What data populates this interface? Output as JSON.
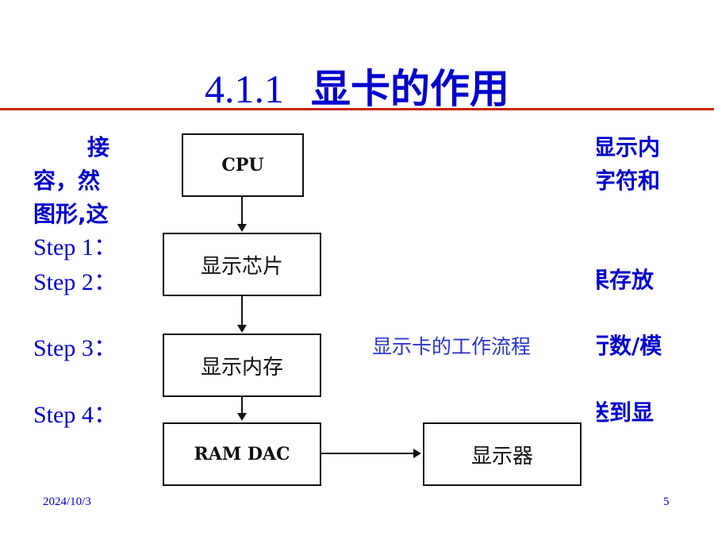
{
  "slide": {
    "title_number": "4.1.1",
    "title_text": "显卡的作用",
    "body": {
      "line1_left": "接",
      "line1_right": "显示内",
      "line2_left": "容，然",
      "line2_right": "字符和",
      "line3_left": "图形,这"
    },
    "steps": [
      {
        "label": "Step 1：",
        "tail": ""
      },
      {
        "label": "Step 2：",
        "tail": "果存放"
      },
      {
        "label": "Step 3：",
        "tail": "行数/模"
      },
      {
        "label": "Step 4：",
        "tail": "送到显"
      }
    ],
    "figure": {
      "boxes": [
        "CPU",
        "显示芯片",
        "显示内存",
        "RAM DAC",
        "显示器"
      ],
      "caption": "显示卡的工作流程"
    },
    "footer": {
      "date": "2024/10/3",
      "page": "5"
    }
  },
  "colors": {
    "accent": "#0000cc",
    "rule": "#cc2200",
    "caption": "#2b36c8"
  }
}
